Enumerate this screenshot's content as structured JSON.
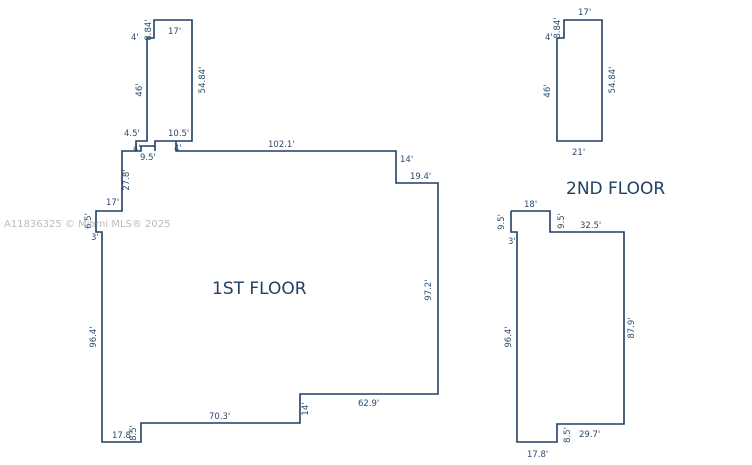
{
  "watermark": "A11836325 © Miami MLS® 2025",
  "first_floor": {
    "title": "1ST FLOOR",
    "dims": {
      "tower_left_top": "4'",
      "tower_step": "8.84'",
      "tower_top": "17'",
      "tower_right": "54.84'",
      "tower_left": "46'",
      "tower_base_left": "4.5'",
      "tower_base_right": "10.5'",
      "notch_a": "4'",
      "notch_b": "4'",
      "notch_bottom": "9.5'",
      "top_wall": "102.1'",
      "right_step_v": "14'",
      "right_step_h": "19.4'",
      "right_wall": "97.2'",
      "left_upper": "27.8'",
      "left_ledge": "17'",
      "left_step_a": "6.5'",
      "left_step_b": "3'",
      "left_wall": "96.4'",
      "bottom_left": "17.8'",
      "bottom_step": "8.5'",
      "bottom_mid": "70.3'",
      "bottom_step_v": "14'",
      "bottom_right": "62.9'"
    }
  },
  "second_floor": {
    "title": "2ND FLOOR",
    "dims": {
      "tower_left_top": "4'",
      "tower_step": "8.84'",
      "tower_top": "17'",
      "tower_right": "54.84'",
      "tower_left": "46'",
      "tower_bottom": "21'",
      "top_left_v": "9.5'",
      "top_h": "18'",
      "top_inner_v": "9.5'",
      "top_right_h": "32.5'",
      "left_step": "3'",
      "left_wall": "96.4'",
      "right_wall": "87.9'",
      "bottom_step_v": "8.5'",
      "bottom_right_h": "29.7'",
      "bottom_left_h": "17.8'"
    }
  }
}
